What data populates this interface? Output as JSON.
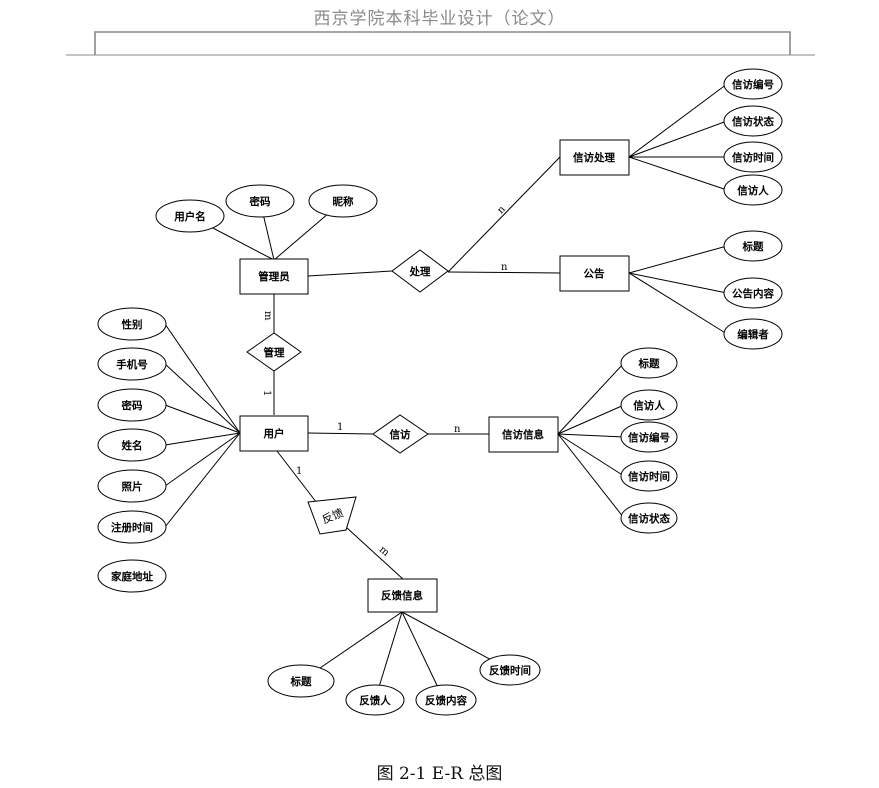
{
  "header": {
    "title": "西京学院本科毕业设计（论文）"
  },
  "caption": "图 2-1 E-R 总图",
  "entities": {
    "admin": "管理员",
    "user": "用户",
    "visit_handle": "信访处理",
    "notice": "公告",
    "visit_info": "信访信息",
    "feedback_info": "反馈信息"
  },
  "relations": {
    "handle": "处理",
    "manage": "管理",
    "visit": "信访",
    "feedback": "反馈"
  },
  "attributes": {
    "admin": [
      "用户名",
      "密码",
      "昵称"
    ],
    "user": [
      "性别",
      "手机号",
      "密码",
      "姓名",
      "照片",
      "注册时间",
      "家庭地址"
    ],
    "visit_handle": [
      "信访编号",
      "信访状态",
      "信访时间",
      "信访人"
    ],
    "notice": [
      "标题",
      "公告内容",
      "编辑者"
    ],
    "visit_info": [
      "标题",
      "信访人",
      "信访编号",
      "信访时间",
      "信访状态"
    ],
    "feedback_info": [
      "标题",
      "反馈人",
      "反馈内容",
      "反馈时间"
    ]
  },
  "cardinalities": {
    "handle_to_visit_handle": "n",
    "handle_to_notice": "n",
    "admin_to_manage": "m",
    "manage_to_user": "1",
    "user_to_visit": "1",
    "visit_to_visit_info": "n",
    "user_to_feedback": "1",
    "feedback_to_feedback_info": "m"
  }
}
